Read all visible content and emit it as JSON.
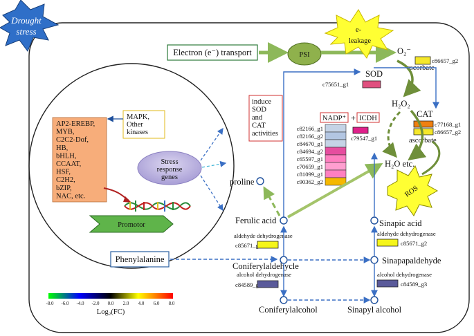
{
  "drought_label_line1": "Drought",
  "drought_label_line2": "stress",
  "electron_transport": "Electron (e⁻) transport",
  "psi": "PSI",
  "e_leakage_line1": "e-",
  "e_leakage_line2": "leakage",
  "superoxide": "O₂⁻",
  "ascorbate": "ascorbate",
  "sod": "SOD",
  "h2o2": "H₂O₂",
  "cat": "CAT",
  "h2o": "H₂O etc.",
  "ros": "ROS",
  "nadp": "NADP⁺",
  "plus": "+",
  "icdh": "ICDH",
  "induce_lines": [
    "induce",
    "SOD",
    "and",
    "CAT",
    "activities"
  ],
  "tf_list": [
    "AP2-EREBP,",
    "MYB,",
    "C2C2-Dof,",
    "HB,",
    "bHLH,",
    "CCAAT,",
    "HSF,",
    "C2H2,",
    "bZIP,",
    "NAC, etc."
  ],
  "mapk_lines": [
    "MAPK,",
    "Other",
    "kinases"
  ],
  "stress_genes_lines": [
    "Stress",
    "response",
    "genes"
  ],
  "promotor": "Promotor",
  "proline": "proline",
  "ferulic_acid": "Ferulic acid",
  "sinapic_acid": "Sinapic acid",
  "aldehyde_dh": "aldehyde dehydrogenase",
  "alcohol_dh": "alcohol dehydrogenase",
  "phenylalanine": "Phenylalanine",
  "coniferylaldehycle": "Coniferylaldehycle",
  "sinapaldehyde": "Sinapapaldehyde",
  "coniferylalcohol": "Coniferylalcohol",
  "sinapyl_alcohol": "Sinapyl alcohol",
  "genes": {
    "c86657_g2_top": "c86657_g2",
    "c75651_g1": "c75651_g1",
    "c77168_g1": "c77168_g1",
    "c86657_g2_cat": "c86657_g2",
    "c79547_g1": "c79547_g1",
    "c85671_g2_left": "c85671_g2",
    "c84589_g3_left": "c84589_g3",
    "c85671_g2_right": "c85671_g2",
    "c84589_g3_right": "c84589_g3"
  },
  "nadp_gene_list": [
    {
      "id": "c82166_g1",
      "color": "#c5d3e6"
    },
    {
      "id": "c82166_g2",
      "color": "#b3c6e2"
    },
    {
      "id": "c84670_g1",
      "color": "#c5d3e6"
    },
    {
      "id": "c84694_g2",
      "color": "#e64d9f"
    },
    {
      "id": "c65597_g1",
      "color": "#ff7fc0"
    },
    {
      "id": "c70659_g1",
      "color": "#ff9fd0"
    },
    {
      "id": "c81099_g1",
      "color": "#ff7fc0"
    },
    {
      "id": "c90362_g2",
      "color": "#f5b800"
    }
  ],
  "box_colors": {
    "c86657_g2_top": "#f5e72a",
    "c75651_g1": "#e0507f",
    "c77168_g1": "#f08010",
    "c86657_g2_cat": "#f5e72a",
    "c79547_g1": "#e0208a",
    "c85671_g2": "#f5f51a",
    "c84589_g3": "#5a5a9a"
  },
  "legend": {
    "ticks": [
      "-8.0",
      "-6.0",
      "-4.0",
      "-2.0",
      "0.0",
      "2.0",
      "4.0",
      "6.0",
      "8.0"
    ],
    "label": "Log₂(FC)",
    "colors": [
      "#00ff00",
      "#0000ff",
      "#000000",
      "#ffff00",
      "#ff0000"
    ]
  }
}
